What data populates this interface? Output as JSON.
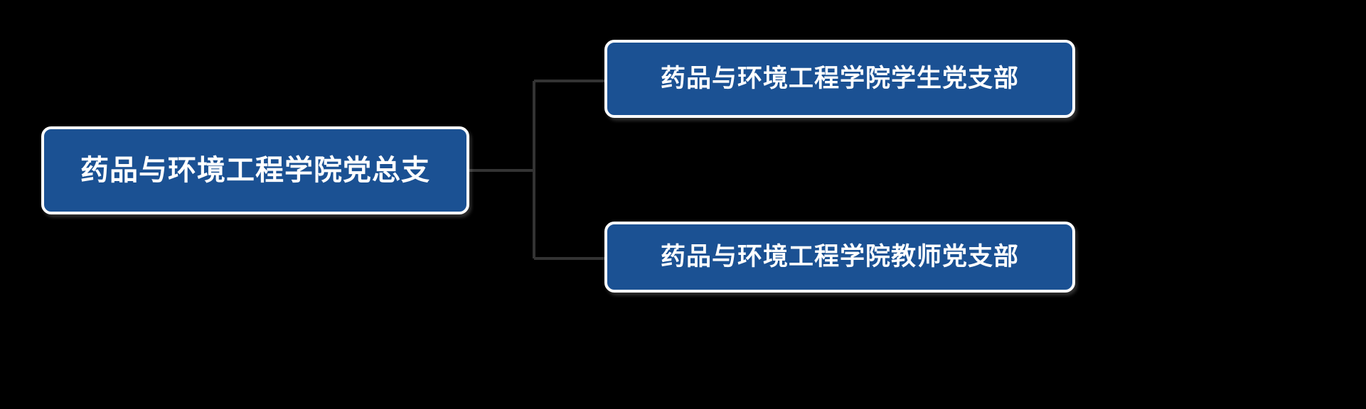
{
  "diagram": {
    "type": "org-chart",
    "orientation": "horizontal-left-to-right",
    "background_color": "#000000",
    "node_fill_color": "#1B5193",
    "node_border_color": "#FFFFFF",
    "node_text_color": "#FFFFFF",
    "connector_color": "#333333",
    "root": {
      "label": "药品与环境工程学院党总支"
    },
    "children": [
      {
        "label": "药品与环境工程学院学生党支部"
      },
      {
        "label": "药品与环境工程学院教师党支部"
      }
    ]
  }
}
